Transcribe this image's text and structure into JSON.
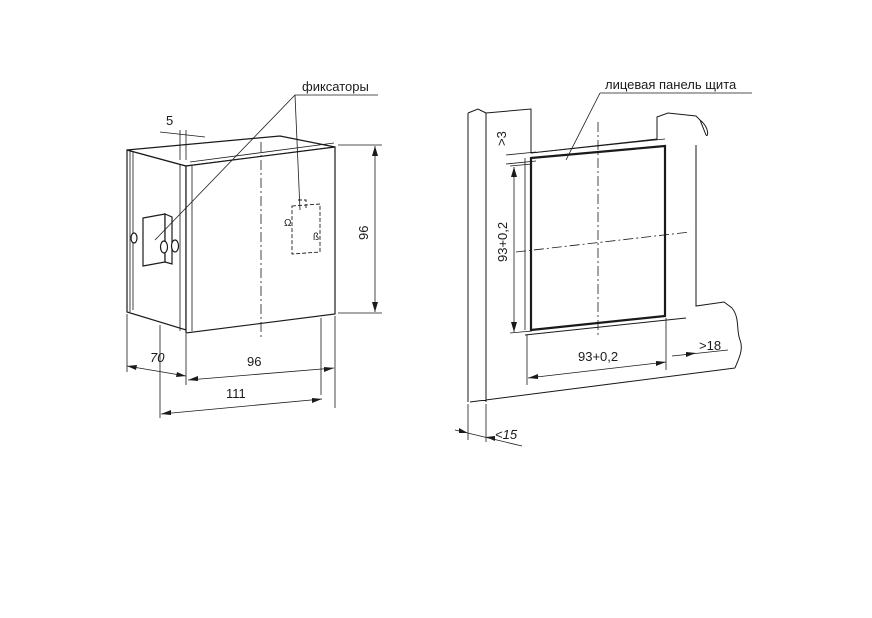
{
  "labels": {
    "latches": "фиксаторы",
    "panel_face": "лицевая панель щита"
  },
  "dimensions": {
    "depth_offset": "5",
    "height": "96",
    "depth": "70",
    "width": "96",
    "overall_width": "111",
    "cutout_height": "93+0,2",
    "cutout_width": "93+0,2",
    "wall_top_gap": ">3",
    "wall_side_gap": ">18",
    "panel_thickness": "<15"
  },
  "colors": {
    "line": "#1a1a1a",
    "background": "#ffffff"
  }
}
